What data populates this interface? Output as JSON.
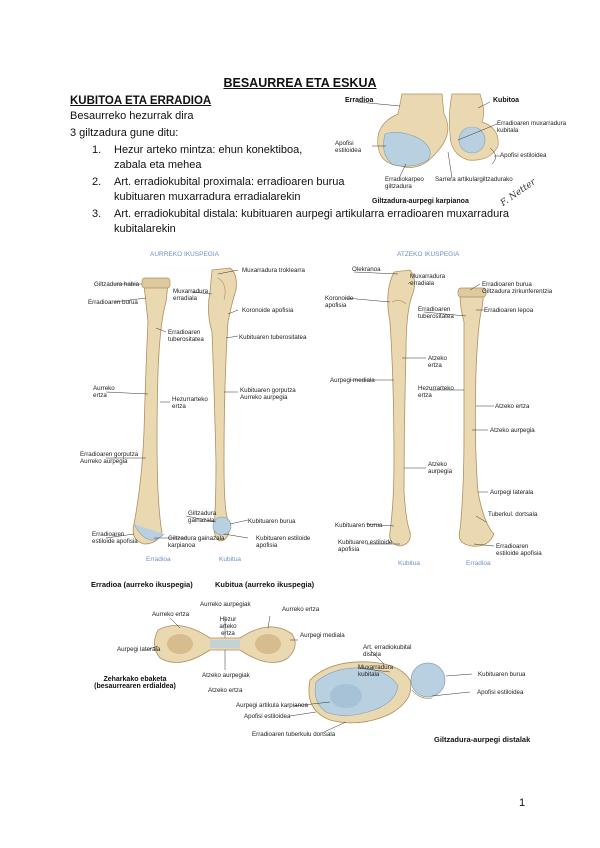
{
  "page": {
    "title": "BESAURREA ETA ESKUA",
    "page_number": "1"
  },
  "section": {
    "heading": "KUBITOA ETA ERRADIOA",
    "intro1": "Besaurreko hezurrak dira",
    "intro2": "3 giltzadura gune ditu:",
    "items": [
      {
        "num": "1.",
        "line1": "Hezur arteko mintza: ehun konektiboa,",
        "line2": "zabala eta mehea"
      },
      {
        "num": "2.",
        "line1": "Art. erradiokubital proximala: erradioaren burua",
        "line2": "kubituaren muxarradura erradialarekin"
      },
      {
        "num": "3.",
        "line1": "Art. erradiokubital distala: kubituaren aurpegi artikularra erradioaren muxarradura",
        "line2": "kubitalarekin"
      }
    ]
  },
  "fig_carpal": {
    "labels": {
      "erradioa": "Erradioa",
      "kubitoa": "Kubitoa",
      "muxarr": "Erradioaren muxarradura kubitala",
      "apofisi": "Apofisi estiloidea",
      "apofisi_left": "Apofisi estiloidea",
      "errad_karp": "Erradiokarpeo giltzadura",
      "sarrera": "Sarrera artikulargiltzadurako"
    },
    "caption": "Giltzadura-aurpegi karpianoa",
    "signature": "F. Netter"
  },
  "fig_bones": {
    "front_view": "AURREKO IKUSPEGIA",
    "back_view": "ATZEKO IKUSPEGIA",
    "front_labels": {
      "giltz_habie": "Giltzadura habia",
      "erradio_burua": "Erradioaren burua",
      "muxarr_trokl": "Muxarradura troklearra",
      "muxarr_errad": "Muxarradura erradiala",
      "koronoide": "Koronoide apofisia",
      "errad_tub": "Erradioaren tuberositatea",
      "kub_tub": "Kubituaren tuberositatea",
      "aurreko_ertza": "Aurreko ertza",
      "hezurrarteko": "Hezurrarteko ertza",
      "kub_gorp": "Kubituaren gorputza Aurreko aurpegia",
      "errad_gorp": "Erradioaren gorputza Aurreko aurpegia",
      "giltz_gainazala": "Giltzadura gainazala",
      "kub_burua": "Kubituaren burua",
      "errad_estil": "Erradioaren estiloide apofisia",
      "giltz_karp": "Giltzadura gainazala karpianoa",
      "kub_estil": "Kubituaren estiloide apofisia",
      "bone_erradioa": "Erradioa",
      "bone_kubitua": "Kubitua"
    },
    "back_labels": {
      "olekranoa": "Olekranoa",
      "muxarr_errad": "Muxarradura erradiala",
      "koronoide": "Koronoide apofisia",
      "errad_burua": "Erradioaren burua Giltzadura zirkunferentzia",
      "errad_lepoa": "Erradioaren lepoa",
      "errad_tub": "Erradioaren tuberositatea",
      "atzeko_ertza": "Atzeko ertza",
      "aurpegi_mediala": "Aurpegi mediala",
      "hezurrarteko": "Hezurrarteko ertza",
      "atzeko_ertza2": "Atzeko ertza",
      "atzeko_aurpegia": "Atzeko aurpegia",
      "atzeko_aurpegia2": "Atzeko aurpegia",
      "aurpegi_lat": "Aurpegi laterala",
      "tuberk": "Tuberkul. dortsala",
      "kub_burua": "Kubituaren burua",
      "kub_estil": "Kubituaren estiloide apofisia",
      "errad_estil": "Erradioaren estiloide apofisia",
      "bone_kubitua": "Kubitua",
      "bone_erradioa": "Erradioa"
    },
    "caption_left": "Erradioa (aurreko ikuspegia)",
    "caption_right": "Kubitua (aurreko ikuspegia)"
  },
  "fig_section": {
    "aurreko_aurpegiak": "Aurreko aurpegiak",
    "aurreko_ertza_l": "Aurreko ertza",
    "aurreko_ertza_r": "Aurreko ertza",
    "aurpegi_lat": "Aurpegi laterala",
    "hezur_ertza": "Hezur arteko ertza",
    "aurpegi_med": "Aurpegi mediala",
    "atzeko_aurp": "Atzeko aurpegiak",
    "atzeko_ertza": "Atzeko ertza",
    "caption": "Zeharkako ebaketa (besaurrearen erdialdea)"
  },
  "fig_distal": {
    "art_errad": "Art. erradiokubital distala",
    "muxarr": "Muxarradura kubitala",
    "aurpegi_art": "Aurpegi artikula karpianoa",
    "apofisi_est": "Apofisi estiloidea",
    "errad_tub": "Erradioaren tuberkulu dortsala",
    "kub_burua": "Kubituaren burua",
    "apofisi_odoa": "Apofisi estiloidea",
    "caption": "Giltzadura-aurpegi distalak"
  },
  "colors": {
    "bone": "#ead9b0",
    "bone_shade": "#c9a877",
    "cartilage": "#b8d0e0",
    "label_blue": "#6d8fc6"
  }
}
